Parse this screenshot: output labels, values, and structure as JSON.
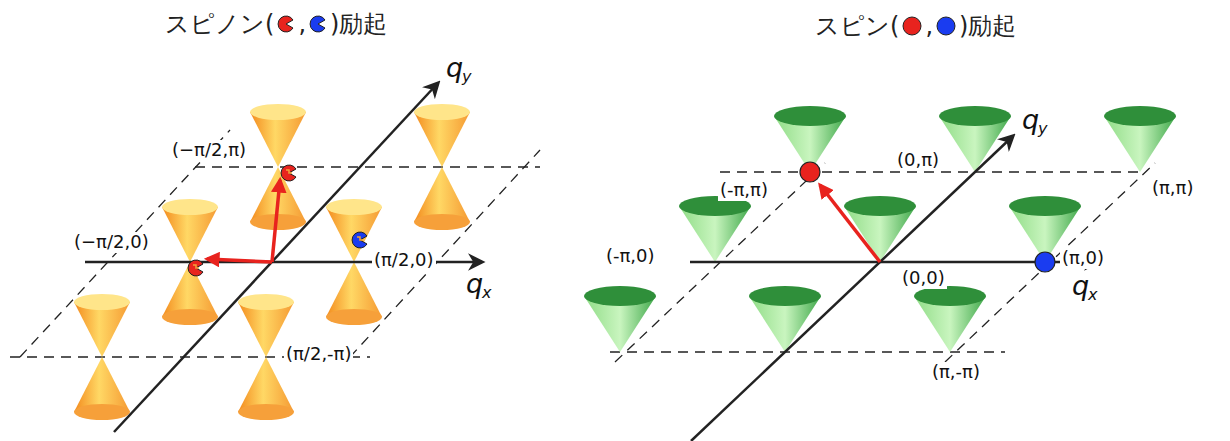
{
  "diagram": {
    "labels": [
      "スピノン(",
      ",",
      ")励起",
      "スピン(",
      ",",
      ")励起",
      "q",
      "y",
      "q",
      "x",
      "(−π/2,π)",
      "(−π/2,0)",
      "(π/2,0)",
      "(π/2,-π)",
      "q",
      "y",
      "q",
      "x",
      "(-π,π)",
      "(0,π)",
      "(π,π)",
      "(-π,0)",
      "(0,0)",
      "(π,0)",
      "(π,-π)"
    ]
  }
}
